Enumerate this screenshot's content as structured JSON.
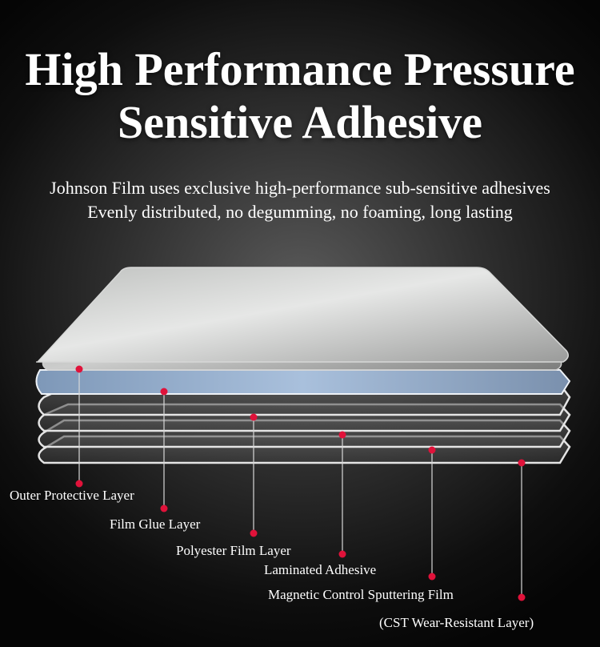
{
  "heading": {
    "line1": "High Performance Pressure",
    "line2": "Sensitive Adhesive"
  },
  "description": {
    "line1": "Johnson Film uses exclusive high-performance sub-sensitive adhesives",
    "line2": "Evenly distributed, no degumming, no foaming, long lasting"
  },
  "layers": {
    "outer_protective": "Outer Protective Layer",
    "film_glue": "Film Glue Layer",
    "polyester_film": "Polyester Film Layer",
    "laminated_adhesive": "Laminated Adhesive",
    "magnetic_sputtering": "Magnetic Control Sputtering Film",
    "cst_wear_resistant": "(CST Wear-Resistant Layer)"
  },
  "colors": {
    "marker": "#e0123a",
    "leader_line": "#d8d8d8",
    "glue_layer": "#8fb0d8"
  }
}
